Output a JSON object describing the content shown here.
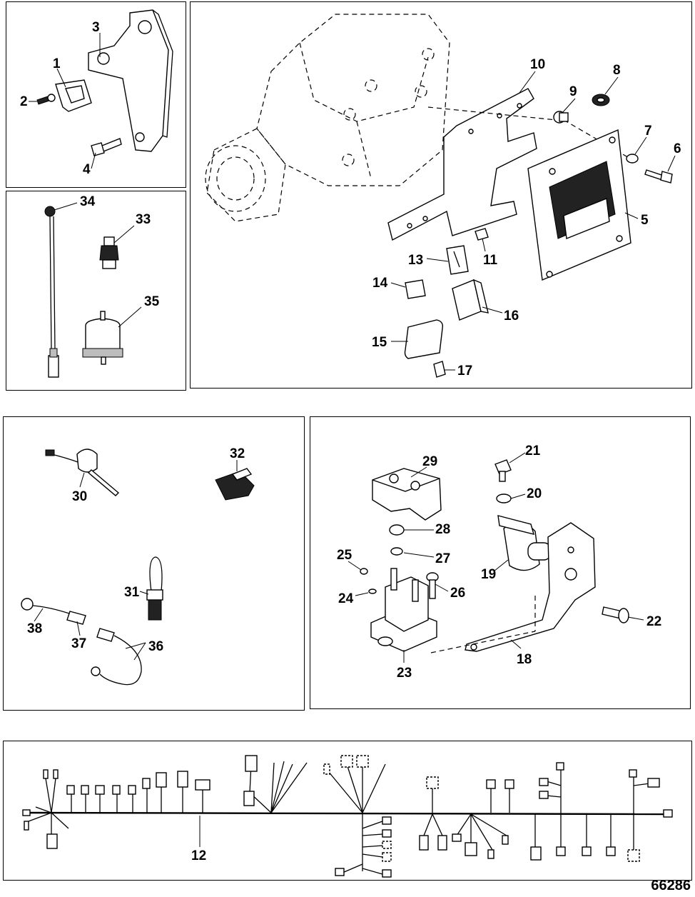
{
  "figure_number": "66286",
  "callouts": {
    "c1": "1",
    "c2": "2",
    "c3": "3",
    "c4": "4",
    "c5": "5",
    "c6": "6",
    "c7": "7",
    "c8": "8",
    "c9": "9",
    "c10": "10",
    "c11": "11",
    "c12": "12",
    "c13": "13",
    "c14": "14",
    "c15": "15",
    "c16": "16",
    "c17": "17",
    "c18": "18",
    "c19": "19",
    "c20": "20",
    "c21": "21",
    "c22": "22",
    "c23": "23",
    "c24": "24",
    "c25": "25",
    "c26": "26",
    "c27": "27",
    "c28": "28",
    "c29": "29",
    "c30": "30",
    "c31": "31",
    "c32": "32",
    "c33": "33",
    "c34": "34",
    "c35": "35",
    "c36": "36",
    "c37": "37",
    "c38": "38"
  }
}
